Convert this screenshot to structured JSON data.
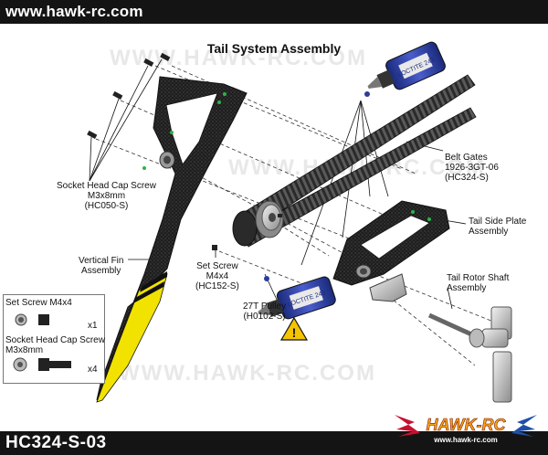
{
  "header": {
    "url": "www.hawk-rc.com"
  },
  "footer": {
    "part_code": "HC324-S-03"
  },
  "title": "Tail System Assembly",
  "labels": {
    "socket_screw": "Socket Head Cap Screw\nM3x8mm\n(HC050-S)",
    "vertical_fin": "Vertical Fin\nAssembly",
    "set_screw": "Set Screw\nM4x4\n(HC152-S)",
    "pulley": "27T Pulley\n(H0102-S)",
    "belt": "Belt Gates\n1926-3GT-06\n(HC324-S)",
    "tail_side_plate": "Tail Side Plate\nAssembly",
    "tail_rotor_shaft": "Tail Rotor Shaft\nAssembly",
    "loctite": "LOCTITE 243"
  },
  "legend": {
    "set_screw_title": "Set Screw M4x4",
    "set_screw_qty": "x1",
    "socket_title": "Socket Head Cap Screw\nM3x8mm",
    "socket_qty": "x4"
  },
  "logo": {
    "brand": "HAWK-RC",
    "url": "www.hawk-rc.com"
  },
  "watermark": "WWW.HAWK-RC.COM",
  "colors": {
    "fin_yellow": "#f2e200",
    "carbon": "#1e1e1e",
    "loctite_blue": "#2b3d9a",
    "bar": "#141414"
  }
}
